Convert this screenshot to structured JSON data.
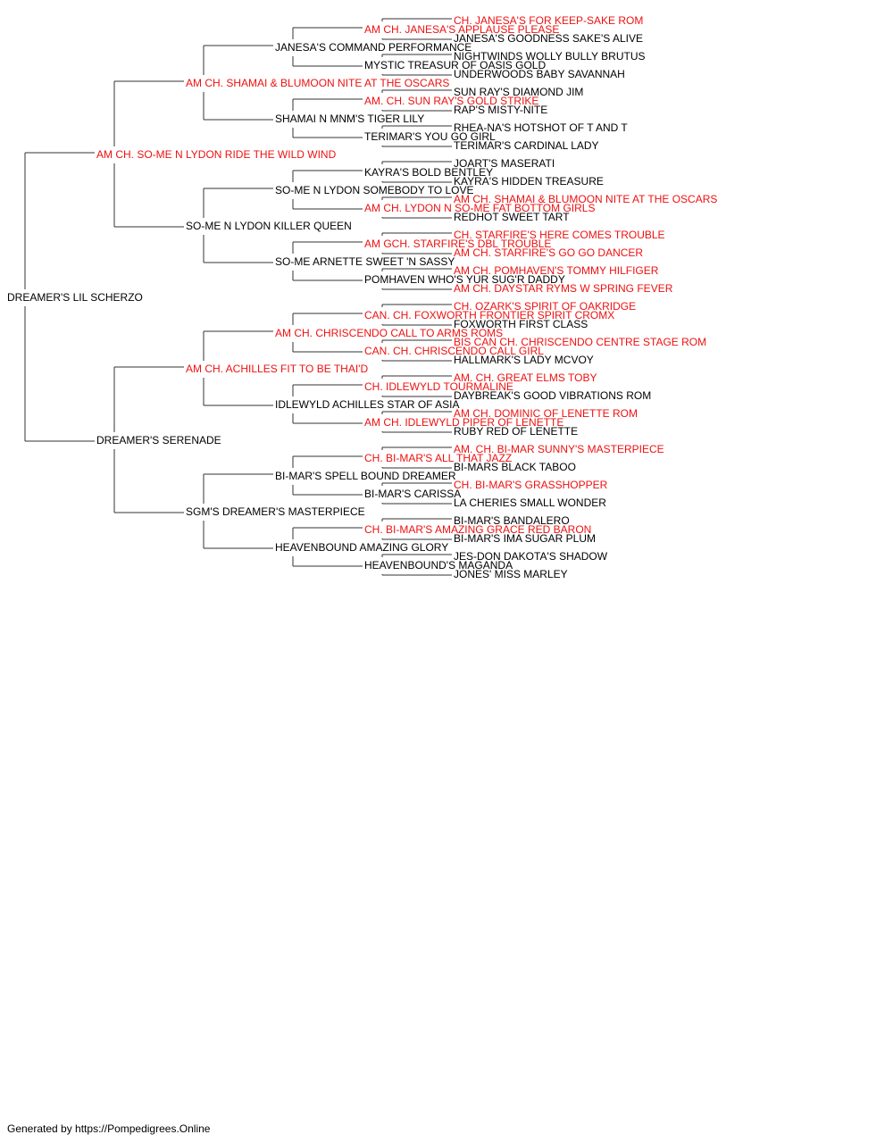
{
  "colors": {
    "champion": "#ee1111",
    "normal": "#000000",
    "line": "#333333"
  },
  "footer": "Generated by https://Pompedigrees.Online",
  "pedigree": [
    "DREAMER'S LIL SCHERZO",
    "AM CH. SO-ME N LYDON RIDE THE WILD WIND",
    "DREAMER'S SERENADE",
    "AM CH. SHAMAI & BLUMOON NITE AT THE OSCARS",
    "SO-ME N LYDON KILLER QUEEN",
    "AM CH. ACHILLES FIT TO BE THAI'D",
    "SGM'S DREAMER'S MASTERPIECE",
    "JANESA'S COMMAND PERFORMANCE",
    "SHAMAI N MNM'S TIGER LILY",
    "SO-ME N LYDON SOMEBODY TO LOVE",
    "SO-ME ARNETTE SWEET 'N SASSY",
    "AM CH. CHRISCENDO CALL TO ARMS ROMS",
    "IDLEWYLD ACHILLES STAR OF ASIA",
    "BI-MAR'S SPELL BOUND DREAMER",
    "HEAVENBOUND AMAZING GLORY",
    "AM CH. JANESA'S APPLAUSE PLEASE",
    "MYSTIC TREASUR OF OASIS GOLD",
    "AM. CH. SUN RAY'S GOLD STRIKE",
    "TERIMAR'S YOU GO GIRL",
    "KAYRA'S BOLD BENTLEY",
    "AM CH. LYDON N SO-ME FAT BOTTOM GIRLS",
    "AM GCH. STARFIRE'S DBL TROUBLE",
    "POMHAVEN WHO'S YUR SUG'R DADDY",
    "CAN. CH. FOXWORTH FRONTIER SPIRIT CROMX",
    "CAN. CH. CHRISCENDO CALL GIRL",
    "CH. IDLEWYLD TOURMALINE",
    "AM CH. IDLEWYLD PIPER OF LENETTE",
    "CH. BI-MAR'S ALL THAT JAZZ",
    "BI-MAR'S CARISSA",
    "CH. BI-MAR'S AMAZING GRACE RED BARON",
    "HEAVENBOUND'S MAGANDA",
    "CH. JANESA'S FOR KEEP-SAKE ROM",
    "JANESA'S GOODNESS SAKE'S ALIVE",
    "NIGHTWINDS WOLLY BULLY BRUTUS",
    "UNDERWOODS BABY SAVANNAH",
    "SUN RAY'S DIAMOND JIM",
    "RAP'S MISTY-NITE",
    "RHEA-NA'S HOTSHOT OF T AND T",
    "TERIMAR'S CARDINAL LADY",
    "JOART'S MASERATI",
    "KAYRA'S HIDDEN TREASURE",
    "AM CH. SHAMAI & BLUMOON NITE AT THE OSCARS",
    "REDHOT SWEET TART",
    "CH. STARFIRE'S HERE COMES TROUBLE",
    "AM CH. STARFIRE'S GO GO DANCER",
    "AM CH. POMHAVEN'S TOMMY HILFIGER",
    "AM CH. DAYSTAR RYMS W SPRING FEVER",
    "CH. OZARK'S SPIRIT OF OAKRIDGE",
    "FOXWORTH FIRST CLASS",
    "BIS CAN CH. CHRISCENDO CENTRE STAGE ROM",
    "HALLMARK'S LADY MCVOY",
    "AM. CH. GREAT ELMS TOBY",
    "DAYBREAK'S GOOD VIBRATIONS ROM",
    "AM CH. DOMINIC OF LENETTE ROM",
    "RUBY RED OF LENETTE",
    "AM. CH. BI-MAR SUNNY'S MASTERPIECE",
    "BI-MARS BLACK TABOO",
    "CH. BI-MAR'S GRASSHOPPER",
    "LA CHERIES SMALL WONDER",
    "BI-MAR'S BANDALERO",
    "BI-MAR'S IMA SUGAR PLUM",
    "JES-DON DAKOTA'S SHADOW",
    "JONES' MISS MARLEY"
  ]
}
